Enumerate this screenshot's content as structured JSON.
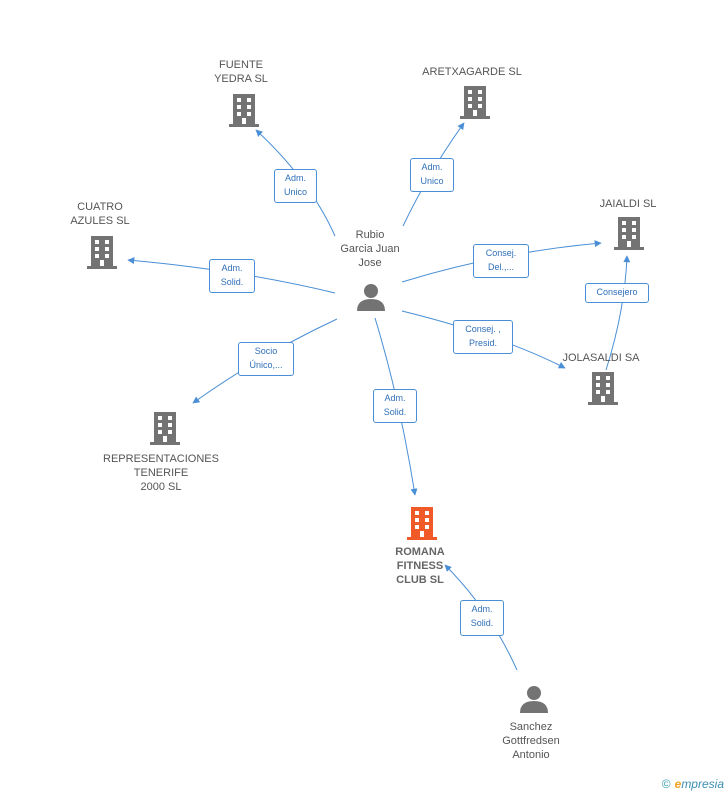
{
  "nodes": {
    "fuente": {
      "label": "FUENTE\nYEDRA SL",
      "type": "company"
    },
    "aretxagarde": {
      "label": "ARETXAGARDE SL",
      "type": "company"
    },
    "cuatro": {
      "label": "CUATRO\nAZULES SL",
      "type": "company"
    },
    "jaialdi": {
      "label": "JAIALDI SL",
      "type": "company"
    },
    "jolasaldi": {
      "label": "JOLASALDI SA",
      "type": "company"
    },
    "representaciones": {
      "label": "REPRESENTACIONES\nTENERIFE\n2000 SL",
      "type": "company"
    },
    "romana": {
      "label": "ROMANA\nFITNESS\nCLUB SL",
      "type": "company-main"
    },
    "rubio": {
      "label": "Rubio\nGarcia Juan\nJose",
      "type": "person"
    },
    "sanchez": {
      "label": "Sanchez\nGottfredsen\nAntonio",
      "type": "person"
    }
  },
  "edges": {
    "rubio_fuente": "Adm.\nUnico",
    "rubio_aretxagarde": "Adm.\nUnico",
    "rubio_cuatro": "Adm.\nSolid.",
    "rubio_jaialdi": "Consej.\nDel.,...",
    "rubio_jolasaldi": "Consej. ,\nPresid.",
    "jolasaldi_jaialdi": "Consejero",
    "rubio_representaciones": "Socio\nÚnico,...",
    "rubio_romana": "Adm.\nSolid.",
    "sanchez_romana": "Adm.\nSolid."
  },
  "colors": {
    "company": "#737373",
    "main_company": "#f05a28",
    "person": "#737373",
    "edge": "#4a8fd6"
  },
  "footer": {
    "copyright": "©",
    "brand_first": "e",
    "brand_rest": "mpresia"
  }
}
